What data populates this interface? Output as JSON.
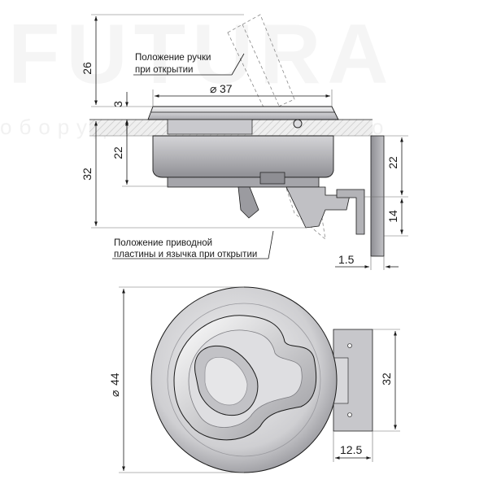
{
  "watermark": {
    "brand": "FUTURA",
    "tagline": "оборудования будущего"
  },
  "annotations": {
    "handle_open": [
      "Положение ручки",
      "при открытии"
    ],
    "plate_open": [
      "Положение приводной",
      "пластины и язычка при открытии"
    ]
  },
  "dimensions": {
    "side_view": {
      "handle_rise": "26",
      "flange_thickness": "3",
      "body_depth": "22",
      "total_depth": "32",
      "bracket_height": "22",
      "tongue_height": "14",
      "plate_thickness": "1.5",
      "flange_diameter": "37",
      "diameter_symbol": "⌀"
    },
    "top_view": {
      "outer_diameter": "44",
      "diameter_symbol": "⌀",
      "plate_height": "32",
      "plate_offset": "12.5"
    }
  },
  "colors": {
    "line": "#1a1a1a",
    "metal_light": "#e4e4e6",
    "metal_mid": "#b9b9bd",
    "metal_dark": "#8d8d92",
    "panel_hatch": "#c8c8c8"
  }
}
